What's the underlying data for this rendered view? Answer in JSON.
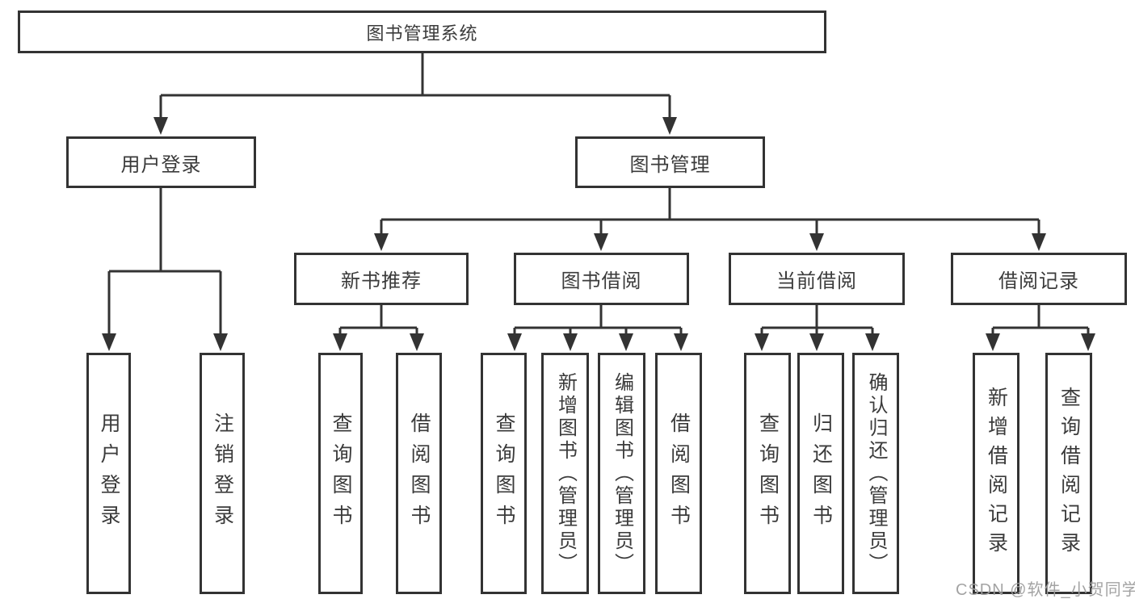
{
  "diagram": {
    "root": {
      "label": "图书管理系统"
    },
    "branches": [
      {
        "label": "用户登录",
        "children": [
          {
            "label": "用户登录"
          },
          {
            "label": "注销登录"
          }
        ]
      },
      {
        "label": "图书管理",
        "children": [
          {
            "label": "新书推荐",
            "children": [
              {
                "label": "查询图书"
              },
              {
                "label": "借阅图书"
              }
            ]
          },
          {
            "label": "图书借阅",
            "children": [
              {
                "label": "查询图书"
              },
              {
                "label": "新增图书（管理员）"
              },
              {
                "label": "编辑图书（管理员）"
              },
              {
                "label": "借阅图书"
              }
            ]
          },
          {
            "label": "当前借阅",
            "children": [
              {
                "label": "查询图书"
              },
              {
                "label": "归还图书"
              },
              {
                "label": "确认归还（管理员）"
              }
            ]
          },
          {
            "label": "借阅记录",
            "children": [
              {
                "label": "新增借阅记录"
              },
              {
                "label": "查询借阅记录"
              }
            ]
          }
        ]
      }
    ],
    "colors": {
      "line": "#333333",
      "text": "#3b3b3b",
      "watermark": "#9e9e9e"
    },
    "watermark": "CSDN @软件_小贺同学"
  }
}
